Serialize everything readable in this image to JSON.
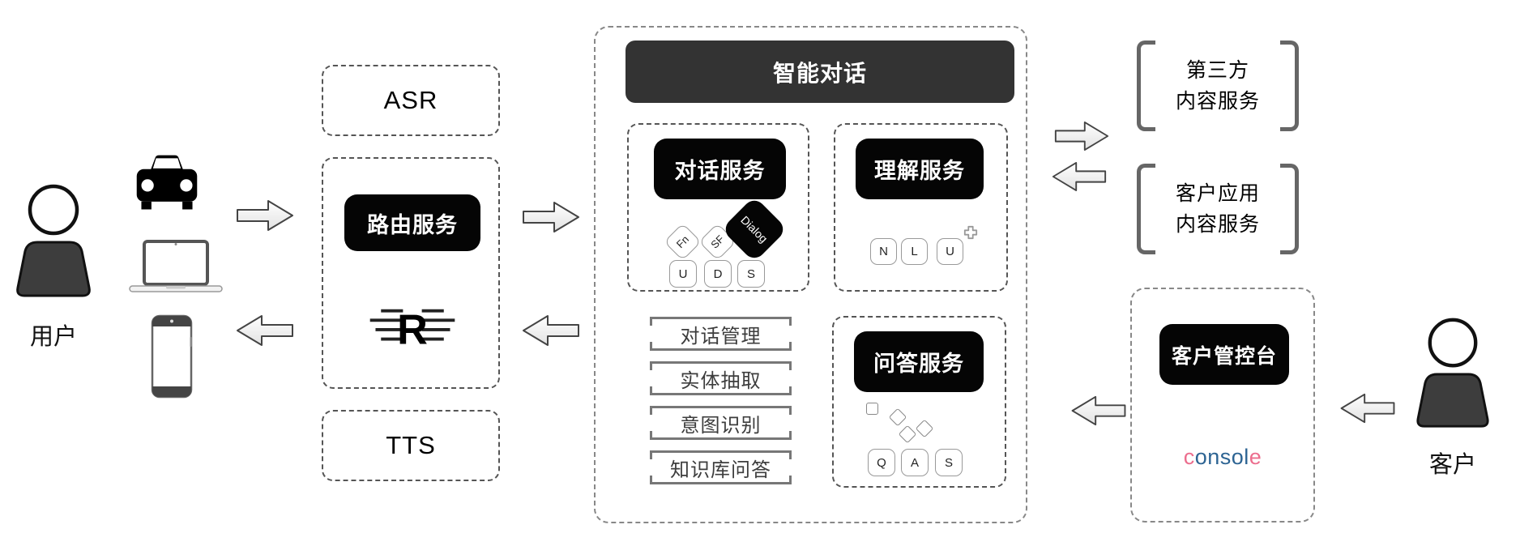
{
  "labels": {
    "user": "用户",
    "customer": "客户",
    "asr": "ASR",
    "tts": "TTS",
    "router": "路由服务",
    "main_title": "智能对话",
    "dialog_service": "对话服务",
    "understand_service": "理解服务",
    "qa_service": "问答服务",
    "console_panel": "客户管控台"
  },
  "right_services": {
    "third_party": {
      "line1": "第三方",
      "line2": "内容服务"
    },
    "customer_app": {
      "line1": "客户应用",
      "line2": "内容服务"
    }
  },
  "pipeline": [
    "对话管理",
    "实体抽取",
    "意图识别",
    "知识库问答"
  ],
  "keys": {
    "dialog_diag": [
      "Fn",
      "SF",
      "Dialog"
    ],
    "dialog_row": [
      "U",
      "D",
      "S"
    ],
    "understand_row": [
      "N",
      "L",
      "U"
    ],
    "qa_row": [
      "Q",
      "A",
      "S"
    ]
  },
  "r_logo": "R",
  "console_logo": [
    {
      "text": "c",
      "color": "#ec6e8e"
    },
    {
      "text": "onsol",
      "color": "#2d6493"
    },
    {
      "text": "e",
      "color": "#ec6e8e"
    }
  ],
  "colors": {
    "pill_black": "#050505",
    "header_gray": "#333333",
    "bracket_gray": "#666666",
    "dashed_border": "#555555",
    "console_pink": "#ec6e8e",
    "console_blue": "#2d6493"
  }
}
